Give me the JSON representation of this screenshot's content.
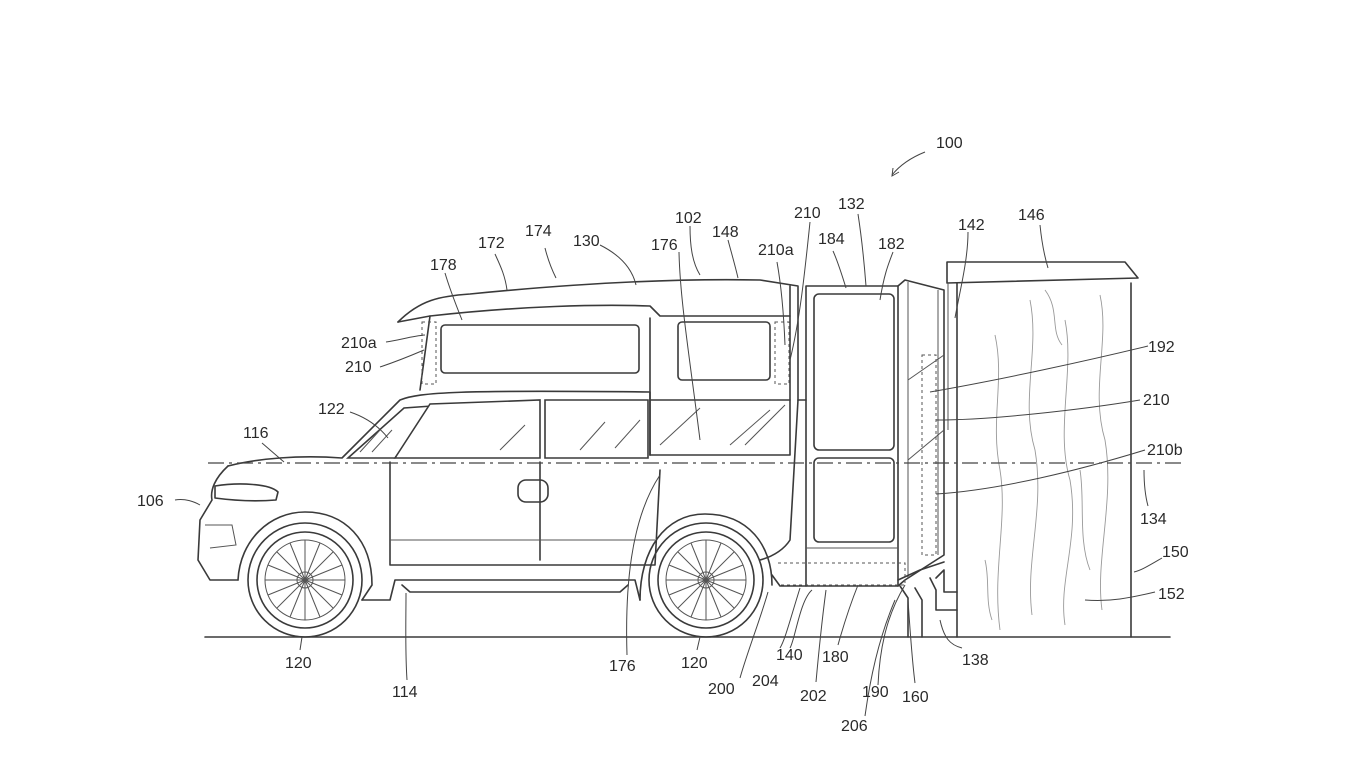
{
  "figure": {
    "callouts": {
      "c100": "100",
      "c102": "102",
      "c106": "106",
      "c114": "114",
      "c116": "116",
      "c120a": "120",
      "c120b": "120",
      "c122": "122",
      "c130": "130",
      "c132": "132",
      "c134": "134",
      "c138": "138",
      "c140": "140",
      "c142": "142",
      "c146": "146",
      "c148": "148",
      "c150": "150",
      "c152": "152",
      "c160": "160",
      "c172": "172",
      "c174": "174",
      "c176a": "176",
      "c176b": "176",
      "c178": "178",
      "c180": "180",
      "c182": "182",
      "c184": "184",
      "c190": "190",
      "c192": "192",
      "c200": "200",
      "c202": "202",
      "c204": "204",
      "c206": "206",
      "c210a_left": "210a",
      "c210a_right": "210a",
      "c210_left": "210",
      "c210_top": "210",
      "c210_right": "210",
      "c210b": "210b"
    }
  }
}
